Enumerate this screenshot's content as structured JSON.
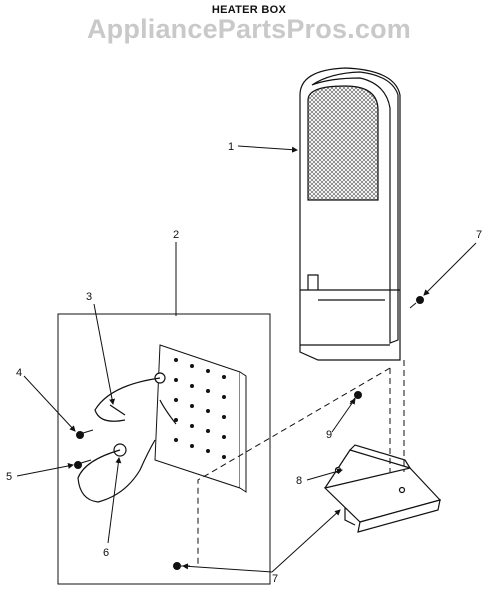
{
  "header": {
    "title": "HEATER BOX",
    "watermark": "AppliancePartsPros.com"
  },
  "callouts": {
    "c1": "1",
    "c2": "2",
    "c3": "3",
    "c4": "4",
    "c5": "5",
    "c6": "6",
    "c7a": "7",
    "c7b": "7",
    "c8": "8",
    "c9": "9"
  },
  "colors": {
    "ink": "#111111",
    "watermark": "#c9c9c9",
    "background": "#ffffff"
  }
}
